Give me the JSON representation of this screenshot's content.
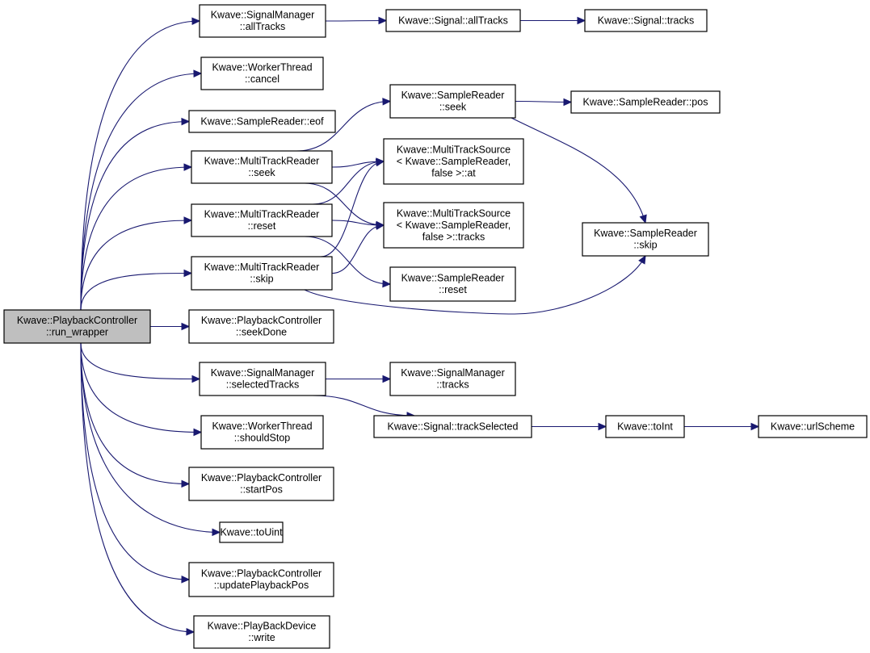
{
  "root": "run_wrapper",
  "nodes": [
    {
      "id": "run_wrapper",
      "lines": [
        "Kwave::PlaybackController",
        "::run_wrapper"
      ],
      "root": true
    },
    {
      "id": "sm_allTracks",
      "lines": [
        "Kwave::SignalManager",
        "::allTracks"
      ]
    },
    {
      "id": "sig_allTracks",
      "lines": [
        "Kwave::Signal::allTracks"
      ]
    },
    {
      "id": "sig_tracks",
      "lines": [
        "Kwave::Signal::tracks"
      ]
    },
    {
      "id": "wt_cancel",
      "lines": [
        "Kwave::WorkerThread",
        "::cancel"
      ]
    },
    {
      "id": "sr_eof",
      "lines": [
        "Kwave::SampleReader::eof"
      ]
    },
    {
      "id": "sr_seek",
      "lines": [
        "Kwave::SampleReader",
        "::seek"
      ]
    },
    {
      "id": "sr_pos",
      "lines": [
        "Kwave::SampleReader::pos"
      ]
    },
    {
      "id": "mtr_seek",
      "lines": [
        "Kwave::MultiTrackReader",
        "::seek"
      ]
    },
    {
      "id": "mts_at",
      "lines": [
        "Kwave::MultiTrackSource",
        "< Kwave::SampleReader,",
        "false >::at"
      ]
    },
    {
      "id": "mtr_reset",
      "lines": [
        "Kwave::MultiTrackReader",
        "::reset"
      ]
    },
    {
      "id": "mts_tracks",
      "lines": [
        "Kwave::MultiTrackSource",
        "< Kwave::SampleReader,",
        "false >::tracks"
      ]
    },
    {
      "id": "sr_skip",
      "lines": [
        "Kwave::SampleReader",
        "::skip"
      ]
    },
    {
      "id": "mtr_skip",
      "lines": [
        "Kwave::MultiTrackReader",
        "::skip"
      ]
    },
    {
      "id": "sr_reset",
      "lines": [
        "Kwave::SampleReader",
        "::reset"
      ]
    },
    {
      "id": "pc_seekDone",
      "lines": [
        "Kwave::PlaybackController",
        "::seekDone"
      ]
    },
    {
      "id": "sm_selectedTracks",
      "lines": [
        "Kwave::SignalManager",
        "::selectedTracks"
      ]
    },
    {
      "id": "sm_tracks",
      "lines": [
        "Kwave::SignalManager",
        "::tracks"
      ]
    },
    {
      "id": "sig_trackSelected",
      "lines": [
        "Kwave::Signal::trackSelected"
      ]
    },
    {
      "id": "toInt",
      "lines": [
        "Kwave::toInt"
      ]
    },
    {
      "id": "urlScheme",
      "lines": [
        "Kwave::urlScheme"
      ]
    },
    {
      "id": "wt_shouldStop",
      "lines": [
        "Kwave::WorkerThread",
        "::shouldStop"
      ]
    },
    {
      "id": "pc_startPos",
      "lines": [
        "Kwave::PlaybackController",
        "::startPos"
      ]
    },
    {
      "id": "toUint",
      "lines": [
        "Kwave::toUint"
      ]
    },
    {
      "id": "pc_updatePlaybackPos",
      "lines": [
        "Kwave::PlaybackController",
        "::updatePlaybackPos"
      ]
    },
    {
      "id": "pbd_write",
      "lines": [
        "Kwave::PlayBackDevice",
        "::write"
      ]
    }
  ],
  "edges": [
    [
      "run_wrapper",
      "sm_allTracks"
    ],
    [
      "run_wrapper",
      "wt_cancel"
    ],
    [
      "run_wrapper",
      "sr_eof"
    ],
    [
      "run_wrapper",
      "mtr_seek"
    ],
    [
      "run_wrapper",
      "mtr_reset"
    ],
    [
      "run_wrapper",
      "mtr_skip"
    ],
    [
      "run_wrapper",
      "pc_seekDone"
    ],
    [
      "run_wrapper",
      "sm_selectedTracks"
    ],
    [
      "run_wrapper",
      "wt_shouldStop"
    ],
    [
      "run_wrapper",
      "pc_startPos"
    ],
    [
      "run_wrapper",
      "toUint"
    ],
    [
      "run_wrapper",
      "pc_updatePlaybackPos"
    ],
    [
      "run_wrapper",
      "pbd_write"
    ],
    [
      "sm_allTracks",
      "sig_allTracks"
    ],
    [
      "sig_allTracks",
      "sig_tracks"
    ],
    [
      "mtr_seek",
      "sr_seek"
    ],
    [
      "mtr_seek",
      "mts_at"
    ],
    [
      "mtr_seek",
      "mts_tracks"
    ],
    [
      "sr_seek",
      "sr_pos"
    ],
    [
      "sr_seek",
      "sr_skip"
    ],
    [
      "mtr_reset",
      "mts_at"
    ],
    [
      "mtr_reset",
      "mts_tracks"
    ],
    [
      "mtr_reset",
      "sr_reset"
    ],
    [
      "mtr_skip",
      "mts_at"
    ],
    [
      "mtr_skip",
      "mts_tracks"
    ],
    [
      "mtr_skip",
      "sr_skip"
    ],
    [
      "sm_selectedTracks",
      "sm_tracks"
    ],
    [
      "sm_selectedTracks",
      "sig_trackSelected"
    ],
    [
      "sig_trackSelected",
      "toInt"
    ],
    [
      "toInt",
      "urlScheme"
    ]
  ]
}
